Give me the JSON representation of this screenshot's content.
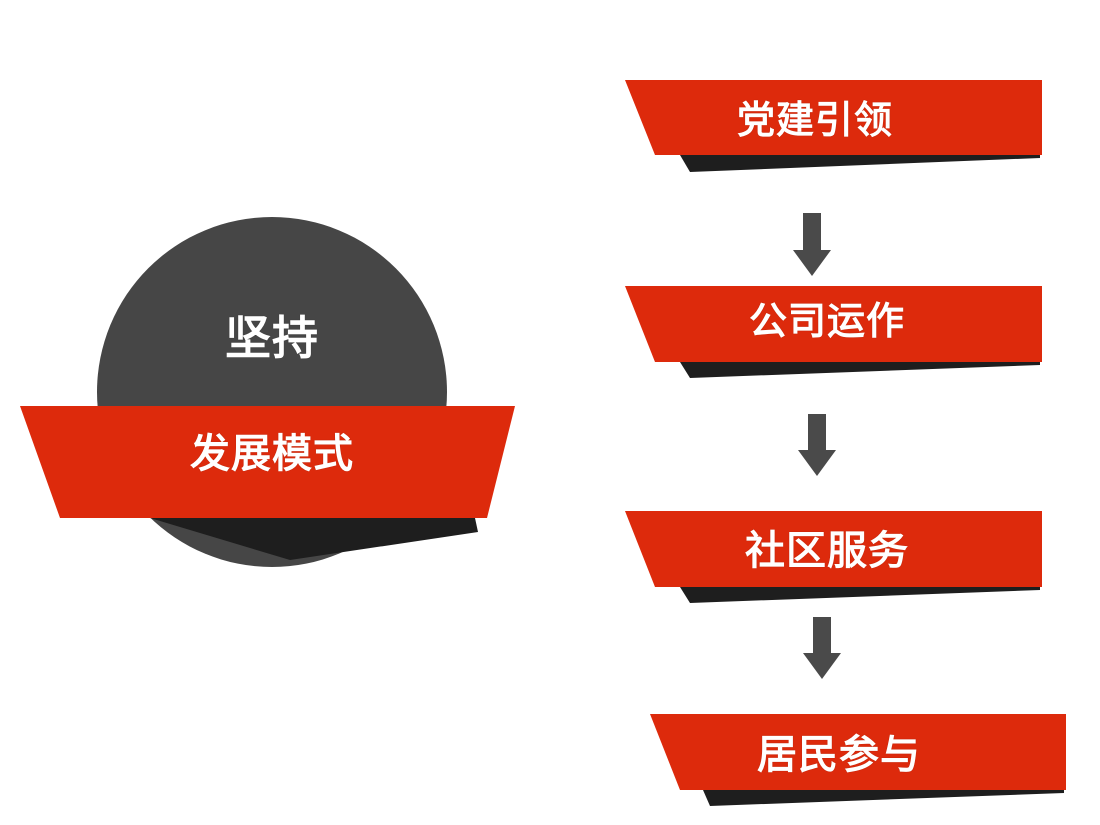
{
  "colors": {
    "ribbon_red": "#dd2a0c",
    "circle_gray": "#464646",
    "shadow": "#1e1e1e",
    "arrow": "#4a4a4a",
    "text": "#ffffff",
    "background": "#ffffff"
  },
  "badge": {
    "top_text": "坚持",
    "ribbon_text": "发展模式"
  },
  "flow": {
    "steps": [
      {
        "label": "党建引领"
      },
      {
        "label": "公司运作"
      },
      {
        "label": "社区服务"
      },
      {
        "label": "居民参与"
      }
    ],
    "arrow_icon": "down-arrow-icon"
  }
}
